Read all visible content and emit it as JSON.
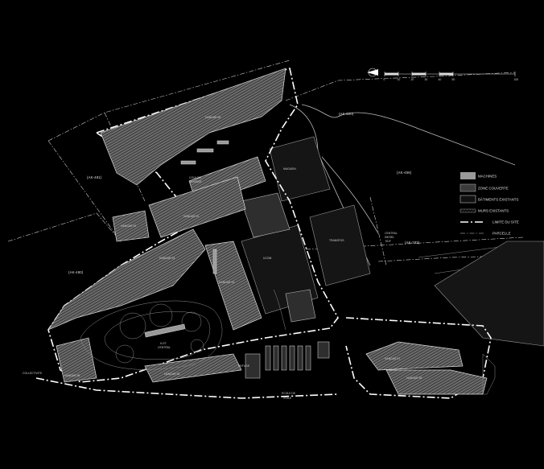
{
  "labels": {
    "ak320": "(AK-320)",
    "ak481": "(AK-481)",
    "ak456": "(AK-456)",
    "ak480": "(AK-480)",
    "ak783": "(AK-783)",
    "central_diesel_1": "CENTRAL",
    "central_diesel_2": "DIESEL",
    "central_diesel_3": "EDF",
    "magasin": "MAGASIN",
    "transfos": "TRANSFOS",
    "ucom": "UCOM",
    "ilot_1": "ILOT",
    "ilot_2": "CENTRAL",
    "collectivite": "COLLECTIVITE",
    "ecole_1": "ECOLE DE",
    "ecole_2": "VOILE",
    "hangar_90": "HANGAR 90",
    "hangar_91": "HANGAR 91",
    "hangar_92": "HANGAR 92",
    "hangar_93": "HANGAR 93",
    "hangar_94": "HANGAR 94",
    "hangar_95": "HANGAR 95",
    "hangar_96": "HANGAR 96",
    "hangar_97": "HANGAR 97",
    "hangar_98": "HANGAR 98",
    "couloir_1": "COULOIR",
    "couloir_2": "BOIVANT",
    "hangar_99": "HANGAR 99",
    "refuge": "REFUGE"
  },
  "legend": {
    "items": [
      {
        "label": "MACHINES",
        "kind": "machines"
      },
      {
        "label": "ZONE COUVERTE",
        "kind": "covered"
      },
      {
        "label": "BÂTIMENTS EXISTANTS",
        "kind": "existing"
      },
      {
        "label": "MURS EXISTANTS",
        "kind": "walls"
      },
      {
        "label": "LIMITE DU SITE",
        "kind": "site"
      },
      {
        "label": "PARCELLE",
        "kind": "parcel"
      }
    ]
  },
  "scale": {
    "ticks": [
      "0",
      "10",
      "20",
      "30",
      "40",
      "50",
      "100"
    ]
  },
  "colors": {
    "background": "#000000",
    "machines": "#9a9a9a",
    "existing": "#2e2e2e",
    "lines": "#ffffff"
  },
  "icons": {
    "north_arrow": "north-arrow-icon"
  }
}
